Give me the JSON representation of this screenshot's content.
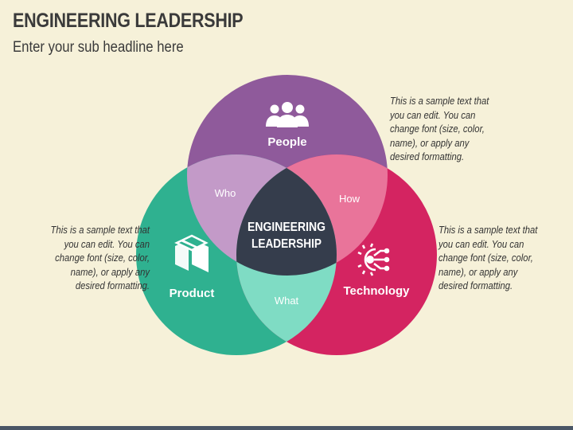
{
  "header": {
    "title": "ENGINEERING LEADERSHIP",
    "subtitle": "Enter your sub headline here"
  },
  "circles": {
    "people": {
      "label": "People",
      "icon": "people-icon",
      "color": "#8f5a9b"
    },
    "product": {
      "label": "Product",
      "icon": "package-box-icon",
      "color": "#2fb190"
    },
    "technology": {
      "label": "Technology",
      "icon": "gear-circuit-icon",
      "color": "#d42461"
    }
  },
  "overlaps": {
    "who": {
      "label": "Who",
      "color": "#c39ac8"
    },
    "how": {
      "label": "How",
      "color": "#e9749a"
    },
    "what": {
      "label": "What",
      "color": "#7fdcc4"
    }
  },
  "center": {
    "line1": "ENGINEERING",
    "line2": "LEADERSHIP",
    "color": "#353d4c"
  },
  "notes": {
    "top": "This is a sample text that\nyou can edit. You can\nchange font (size, color,\nname), or apply any\ndesired formatting.",
    "left": "This is a sample text that\nyou can edit. You can\nchange font (size, color,\nname), or apply any\ndesired formatting.",
    "right": "This is a sample text that\nyou can edit. You can\nchange font (size, color,\nname), or apply any\ndesired formatting."
  }
}
